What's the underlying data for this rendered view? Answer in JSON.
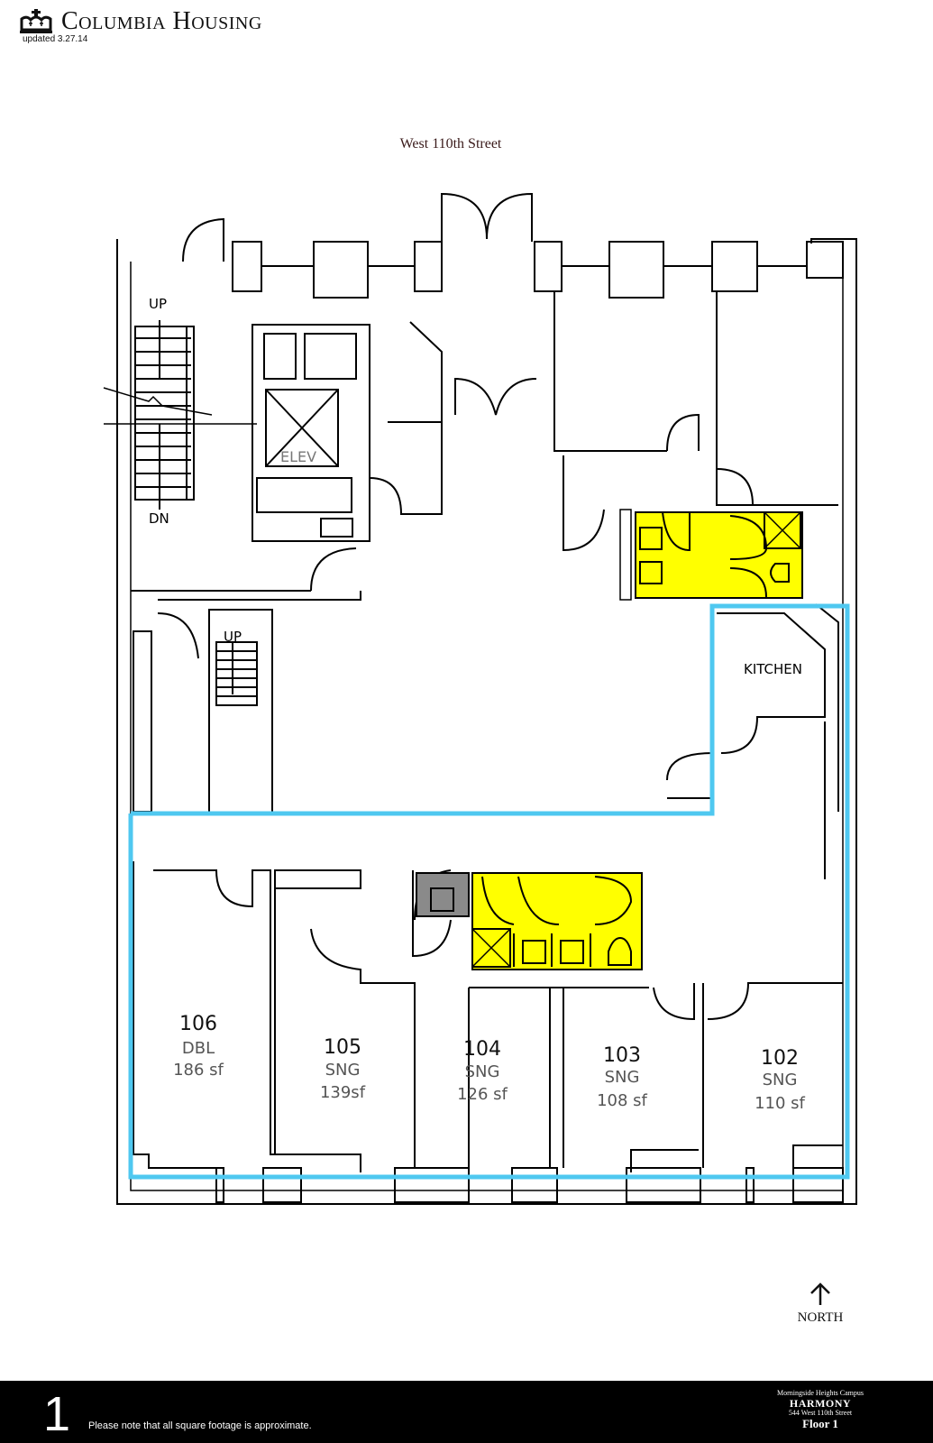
{
  "header": {
    "brand": "Columbia Housing",
    "logo_icon": "crown-icon",
    "updated": "updated 3.27.14"
  },
  "map": {
    "street_label": "West 110th Street",
    "stair_labels": {
      "main_up": "UP",
      "main_down": "DN",
      "secondary_up": "UP"
    },
    "elevator_label": "ELEV",
    "kitchen_label": "KITCHEN",
    "colors": {
      "suite_outline": "#4fc8f0",
      "bathroom_fill": "#ffff00",
      "shaft_fill": "#8a8a8a",
      "wall": "#000000"
    },
    "rooms": [
      {
        "number": "106",
        "type": "DBL",
        "area": "186 sf"
      },
      {
        "number": "105",
        "type": "SNG",
        "area": "139sf"
      },
      {
        "number": "104",
        "type": "SNG",
        "area": "126 sf"
      },
      {
        "number": "103",
        "type": "SNG",
        "area": "108 sf"
      },
      {
        "number": "102",
        "type": "SNG",
        "area": "110 sf"
      }
    ],
    "north_label": "NORTH",
    "north_icon": "north-arrow-icon"
  },
  "footer": {
    "floor_number": "1",
    "note": "Please note that all square footage is approximate.",
    "campus": "Morningside Heights Campus",
    "building": "HARMONY",
    "address": "544 West 110th Street",
    "floor": "Floor 1"
  }
}
